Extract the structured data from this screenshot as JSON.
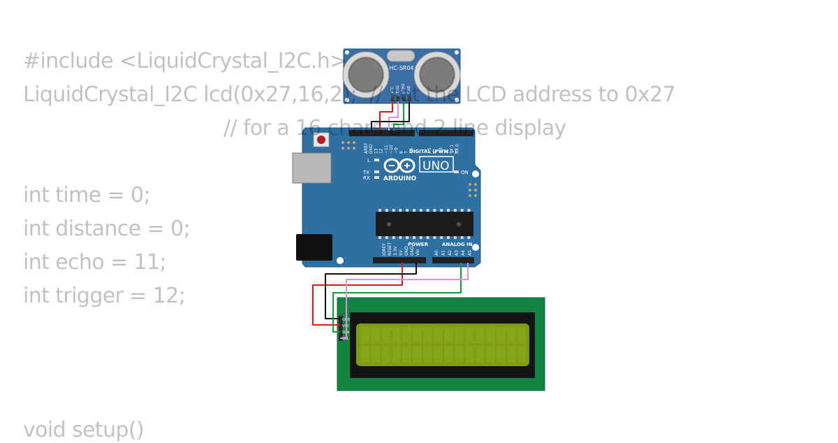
{
  "code_lines": [
    "#include <LiquidCrystal_I2C.h>",
    "LiquidCrystal_I2C lcd(0x27,16,2);  // set the LCD address to 0x27",
    "// for a 16 chars and 2 line display",
    "",
    "int time = 0;",
    "int distance = 0;",
    "int echo = 11;",
    "int trigger = 12;",
    "",
    "",
    "void setup()"
  ],
  "sensor": {
    "model": "HC-SR04",
    "pins": [
      "VCC",
      "TRIG",
      "ECHO",
      "GND"
    ]
  },
  "arduino": {
    "brand": "ARDUINO",
    "model": "UNO",
    "on_label": "ON",
    "l_label": "L",
    "tx_label": "TX",
    "rx_label": "RX",
    "digital_label": "DIGITAL (PWM ~)",
    "power_label": "POWER",
    "analog_label": "ANALOG IN",
    "digital_pins": [
      "AREF",
      "GND",
      "13",
      "12",
      "~11",
      "~10",
      "~9",
      "8",
      "7",
      "~6",
      "~5",
      "4",
      "~3",
      "2",
      "TX 1",
      "RX 0"
    ],
    "power_pins": [
      "IOREF",
      "RESET",
      "3.3V",
      "5V",
      "GND",
      "GND",
      "Vin"
    ],
    "analog_pins": [
      "A0",
      "A1",
      "A2",
      "A3",
      "A4",
      "A5"
    ]
  },
  "lcd": {
    "pins": [
      "GND",
      "VCC",
      "SDA",
      "SCL"
    ]
  },
  "colors": {
    "board_blue": "#2f70a3",
    "lcd_green": "#148443",
    "lcd_screen": "#7e9b12",
    "wire_red": "#e01818",
    "wire_black": "#101010",
    "wire_green": "#129c34",
    "wire_pink": "#e48be4"
  }
}
